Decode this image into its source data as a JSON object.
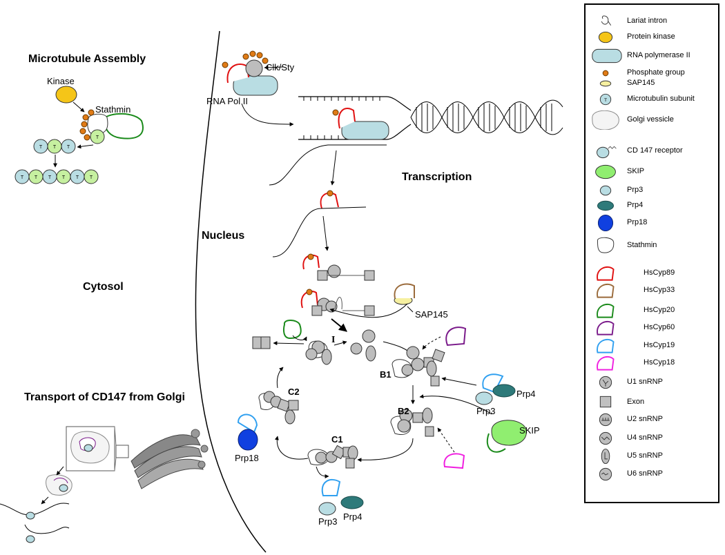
{
  "sections": {
    "microtubule_title": "Microtubule Assembly",
    "cytosol": "Cytosol",
    "transport_title": "Transport of CD147 from Golgi",
    "nucleus": "Nucleus",
    "transcription": "Transcription"
  },
  "labels": {
    "kinase": "Kinase",
    "stathmin": "Stathmin",
    "clk_sty": "Clk/Sty",
    "rna_pol": "RNA Pol II",
    "sap145": "SAP145",
    "stage_I": "I",
    "stage_B1": "B1",
    "stage_B2": "B2",
    "stage_C1": "C1",
    "stage_C2": "C2",
    "prp4_top": "Prp4",
    "prp3_top": "Prp3",
    "skip": "SKIP",
    "prp18": "Prp18",
    "prp3_bottom": "Prp3",
    "prp4_bottom": "Prp4",
    "microtubule_subunit": "T"
  },
  "legend": [
    {
      "icon": "lariat-intron",
      "label": "Lariat intron"
    },
    {
      "icon": "protein-kinase",
      "label": "Protein kinase"
    },
    {
      "icon": "rna-polymerase",
      "label": "RNA polymerase II"
    },
    {
      "icon": "phosphate-group",
      "label": "Phosphate group"
    },
    {
      "icon": "sap145",
      "label": "SAP145"
    },
    {
      "icon": "microtubulin-subunit",
      "label": "Microtubulin subunit"
    },
    {
      "icon": "golgi-vessicle",
      "label": "Golgi vessicle"
    },
    {
      "icon": "cd147-receptor",
      "label": "CD 147 receptor"
    },
    {
      "icon": "skip",
      "label": "SKIP"
    },
    {
      "icon": "prp3",
      "label": "Prp3"
    },
    {
      "icon": "prp4",
      "label": "Prp4"
    },
    {
      "icon": "prp18",
      "label": "Prp18"
    },
    {
      "icon": "stathmin",
      "label": "Stathmin"
    },
    {
      "icon": "hscyp89",
      "label": "HsCyp89"
    },
    {
      "icon": "hscyp33",
      "label": "HsCyp33"
    },
    {
      "icon": "hscyp20",
      "label": "HsCyp20"
    },
    {
      "icon": "hscyp60",
      "label": "HsCyp60"
    },
    {
      "icon": "hscyp19",
      "label": "HsCyp19"
    },
    {
      "icon": "hscyp18",
      "label": "HsCyp18"
    },
    {
      "icon": "u1-snrnp",
      "label": "U1 snRNP"
    },
    {
      "icon": "exon",
      "label": "Exon"
    },
    {
      "icon": "u2-snrnp",
      "label": "U2 snRNP"
    },
    {
      "icon": "u4-snrnp",
      "label": "U4 snRNP"
    },
    {
      "icon": "u5-snrnp",
      "label": "U5 snRNP"
    },
    {
      "icon": "u6-snrnp",
      "label": "U6 snRNP"
    }
  ],
  "colors": {
    "kinase": "#f5c518",
    "phosphate": "#e07b16",
    "polymerase": "#b9dde3",
    "subunit_blue": "#b9dde3",
    "subunit_green": "#c6f0a0",
    "skip": "#90ee70",
    "prp3": "#b9dde3",
    "prp4": "#2e7a7a",
    "prp18": "#1040e0",
    "sap145": "#f6f0a0",
    "hscyp89": "#e01010",
    "hscyp33": "#9a6a3a",
    "hscyp20": "#1a8a1a",
    "hscyp60": "#7a1a8a",
    "hscyp19": "#30a0f0",
    "hscyp18": "#f020e0",
    "snrnp": "#bdbdbd",
    "exon": "#c0c0c0"
  }
}
